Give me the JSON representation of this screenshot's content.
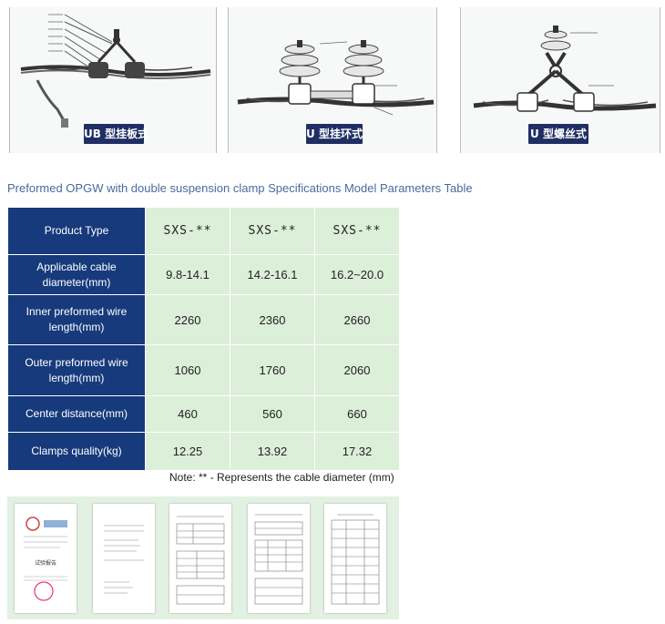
{
  "diagrams": [
    {
      "label": "UB 型挂板式",
      "icon": "ub-hanging-plate-clamp-icon"
    },
    {
      "label": "U 型挂环式",
      "icon": "u-hanging-ring-clamp-icon"
    },
    {
      "label": "U 型螺丝式",
      "icon": "u-screw-clamp-icon"
    }
  ],
  "section_title": "Preformed OPGW with double suspension clamp Specifications Model Parameters Table",
  "table": {
    "rows": [
      {
        "header": "Product Type",
        "values": [
          "SXS-**",
          "SXS-**",
          "SXS-**"
        ]
      },
      {
        "header": "Applicable cable diameter(mm)",
        "values": [
          "9.8-14.1",
          "14.2-16.1",
          "16.2~20.0"
        ]
      },
      {
        "header": "Inner preformed wire length(mm)",
        "values": [
          "2260",
          "2360",
          "2660"
        ]
      },
      {
        "header": "Outer preformed wire length(mm)",
        "values": [
          "1060",
          "1760",
          "2060"
        ]
      },
      {
        "header": "Center distance(mm)",
        "values": [
          "460",
          "560",
          "660"
        ]
      },
      {
        "header": "Clamps quality(kg)",
        "values": [
          "12.25",
          "13.92",
          "17.32"
        ]
      }
    ]
  },
  "note": "Note: ** - Represents the cable diameter (mm)",
  "certificates": [
    {
      "title": "试验报告",
      "icon": "test-report-cover-icon"
    },
    {
      "icon": "certificate-page-icon"
    },
    {
      "icon": "test-data-sheet-icon"
    },
    {
      "icon": "test-data-sheet-icon"
    },
    {
      "icon": "test-data-sheet-icon"
    }
  ],
  "colors": {
    "header_bg": "#163a7b",
    "cell_bg": "#dcefd9",
    "label_bg": "#1f2f63",
    "title_text": "#4a6a9c"
  }
}
